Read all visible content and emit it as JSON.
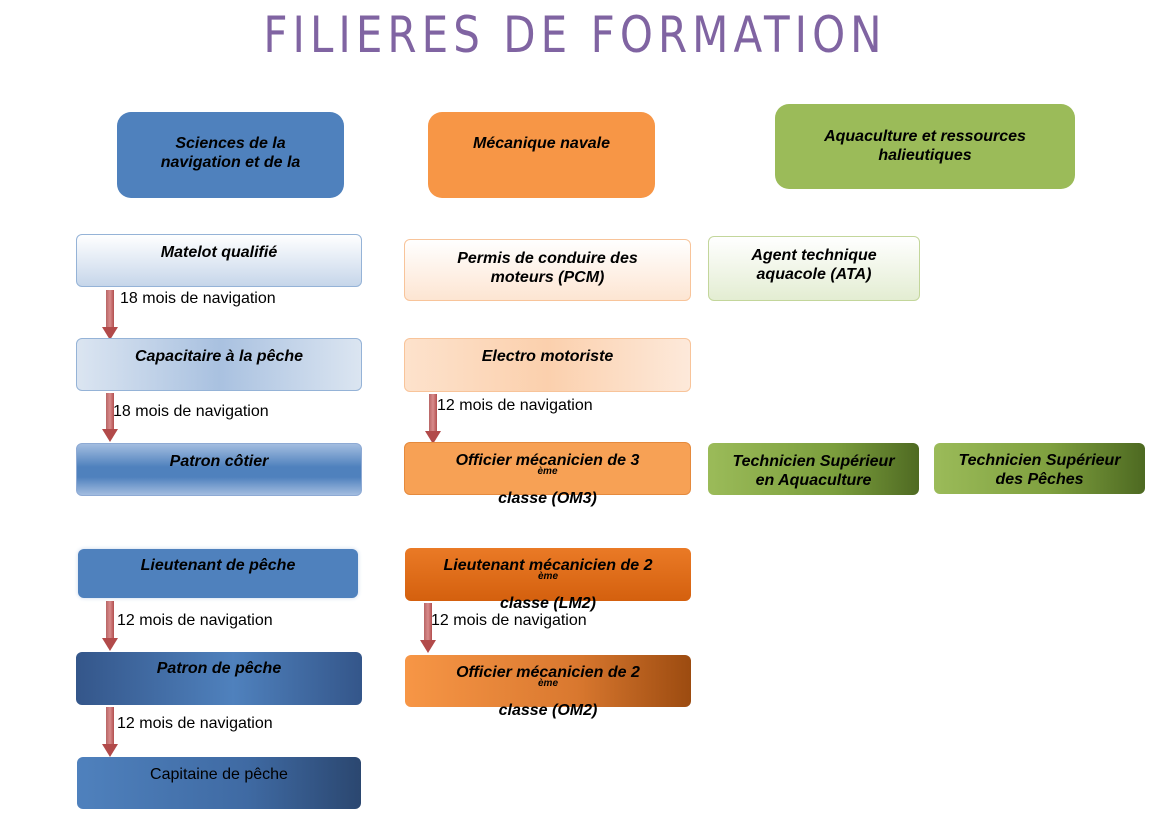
{
  "title": "FILIERES DE FORMATION",
  "headers": {
    "navigation": [
      "Sciences de la",
      "navigation et de la"
    ],
    "mecanique": "Mécanique navale",
    "aquaculture": [
      "Aquaculture et ressources",
      "halieutiques"
    ]
  },
  "navigation": {
    "matelot": "Matelot qualifié",
    "capacitaire": "Capacitaire à la pêche",
    "patron_cotier": "Patron côtier",
    "lieutenant_peche": "Lieutenant de pêche",
    "patron_peche": "Patron de pêche",
    "capitaine_peche": "Capitaine de pêche",
    "note_1": "18 mois de navigation",
    "note_2": "18 mois de navigation",
    "note_3": "12 mois de navigation",
    "note_4": "12 mois de navigation"
  },
  "mecanique": {
    "pcm": [
      "Permis de conduire des",
      "moteurs (PCM)"
    ],
    "electro": "Electro motoriste",
    "om3": {
      "line1": "Officier mécanicien de 3",
      "sup": "ème",
      "line2": "classe (OM3)"
    },
    "lm2": {
      "line1": "Lieutenant mécanicien de  2",
      "sup": "ème",
      "line2": "classe  (LM2)"
    },
    "om2": {
      "line1": "Officier mécanicien de 2",
      "sup": "ème",
      "line2": "classe  (OM2)"
    },
    "note_1": "12 mois de navigation",
    "note_2": "12 mois de navigation"
  },
  "aquaculture": {
    "ata": [
      "Agent technique",
      "aquacole (ATA)"
    ],
    "tsa": [
      "Technicien Supérieur",
      "en Aquaculture"
    ],
    "tsp": [
      "Technicien Supérieur",
      "des Pêches"
    ]
  },
  "colors": {
    "title": "#8064a2",
    "navigation": "#4f81bd",
    "mecanique": "#f79646",
    "aquaculture": "#9bbb59",
    "arrow": "#b24a4a"
  }
}
